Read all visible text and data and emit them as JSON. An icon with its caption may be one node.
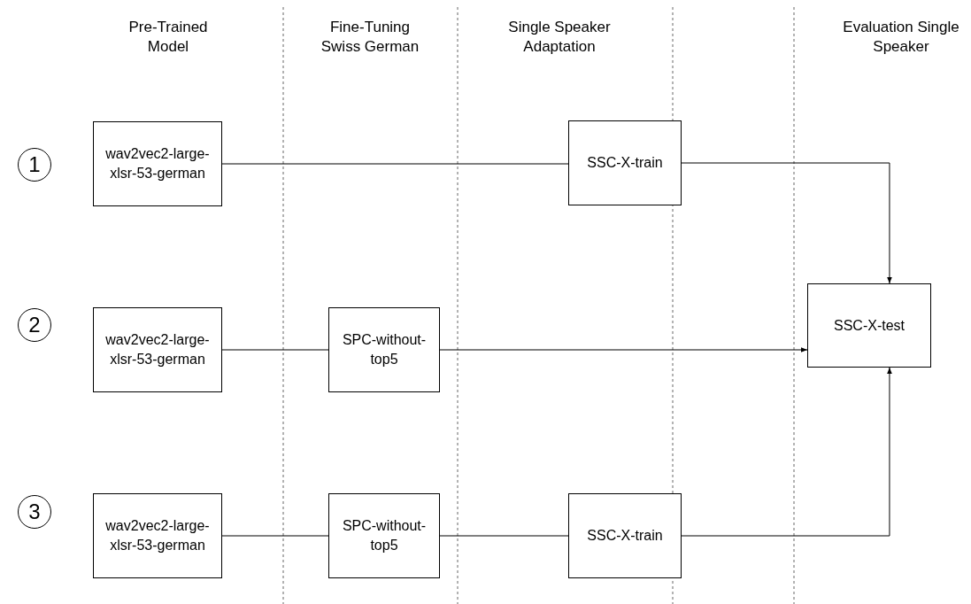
{
  "diagram": {
    "nodes": [
      {
        "text": [
          "1"
        ]
      },
      {
        "text": [
          "wav2vec2-large-xlsr-53-german"
        ]
      },
      {
        "text": [
          "SSC-X-train"
        ]
      },
      {
        "text": [
          "2"
        ]
      },
      {
        "text": [
          "wav2vec2-large-xlsr-53-german"
        ]
      },
      {
        "text": [
          "SPC-without-top5"
        ]
      },
      {
        "text": [
          "SSC-X-test"
        ]
      },
      {
        "text": [
          "3"
        ]
      },
      {
        "text": [
          "wav2vec2-large-xlsr-53-german"
        ]
      },
      {
        "text": [
          "SPC-without-top5"
        ]
      },
      {
        "text": [
          "SSC-X-train"
        ]
      }
    ],
    "edges": [
      {
        "from": 1,
        "to": 2,
        "arrow": "none"
      },
      {
        "from": 2,
        "to": 6,
        "arrow": "to"
      },
      {
        "from": 4,
        "to": 5,
        "arrow": "none"
      },
      {
        "from": 5,
        "to": 6,
        "arrow": "to"
      },
      {
        "from": 8,
        "to": 9,
        "arrow": "none"
      },
      {
        "from": 9,
        "to": 10,
        "arrow": "none"
      },
      {
        "from": 10,
        "to": 6,
        "arrow": "to"
      }
    ],
    "labels": [
      "Pre-Trained Model",
      "Fine-Tuning Swiss German",
      "Single Speaker Adaptation",
      "Evaluation Single Speaker"
    ]
  }
}
